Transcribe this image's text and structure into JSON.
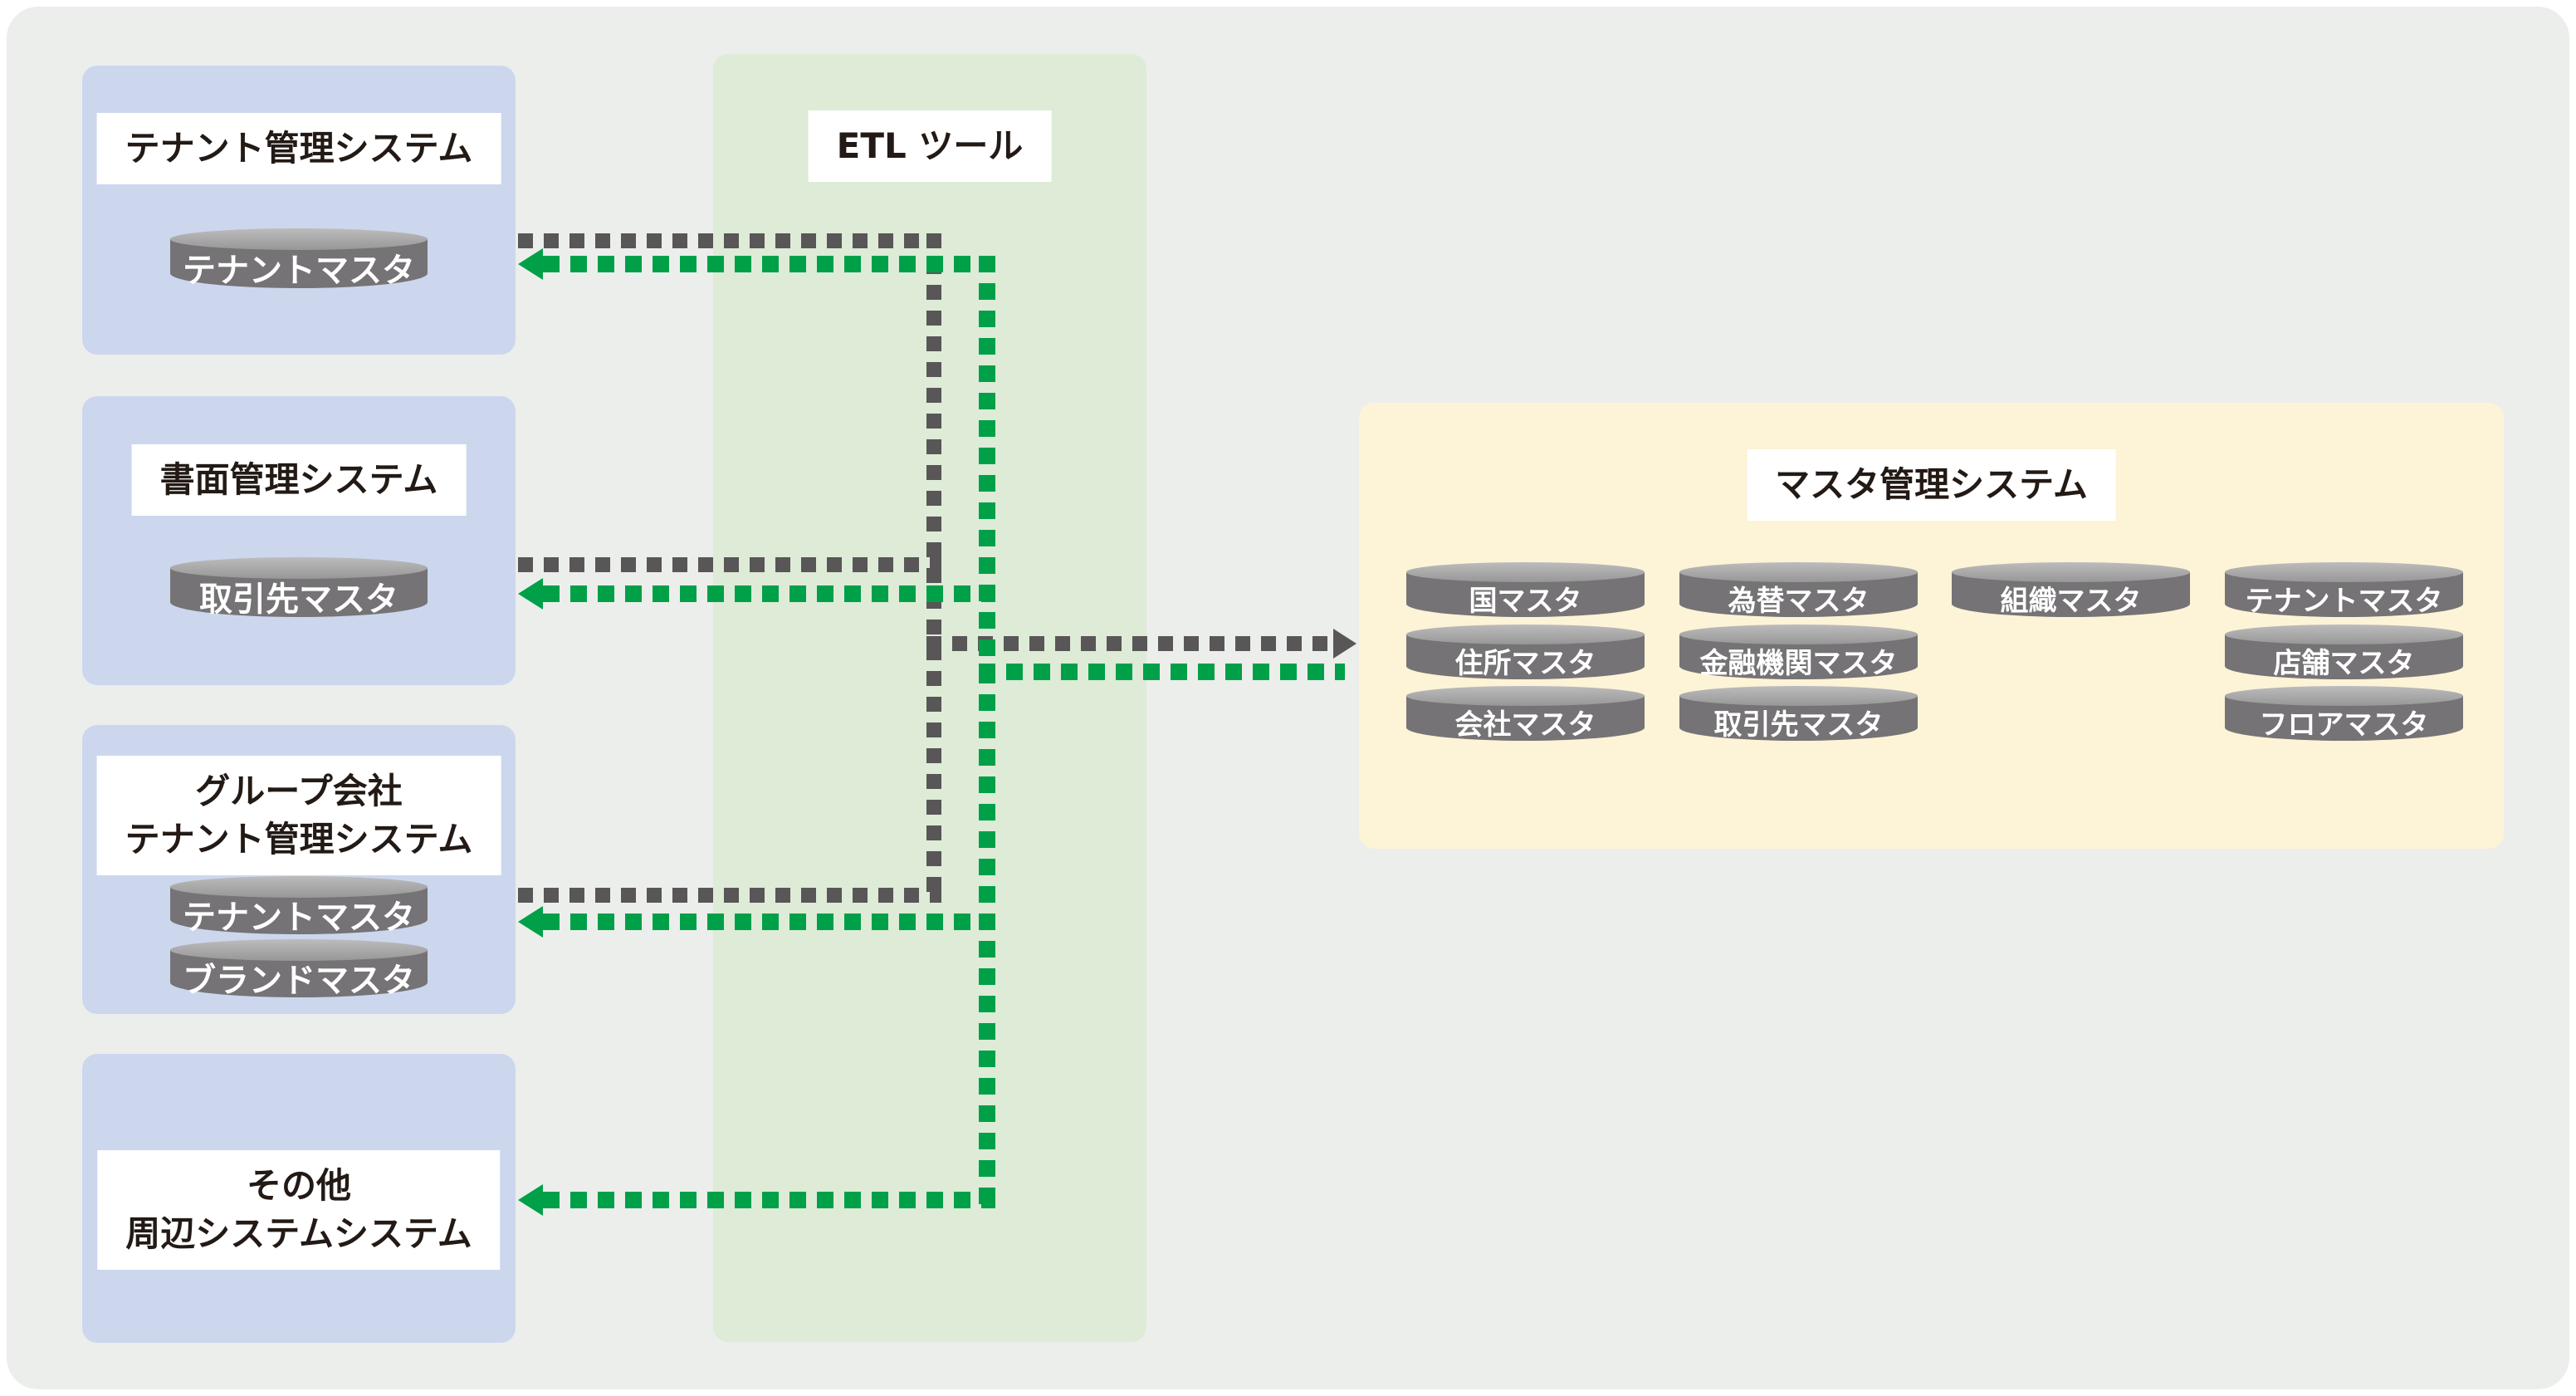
{
  "sources": [
    {
      "title_lines": [
        "テナント管理システム"
      ],
      "cylinders": [
        "テナントマスタ"
      ]
    },
    {
      "title_lines": [
        "書面管理システム"
      ],
      "cylinders": [
        "取引先マスタ"
      ]
    },
    {
      "title_lines": [
        "グループ会社",
        "テナント管理システム"
      ],
      "cylinders": [
        "テナントマスタ",
        "ブランドマスタ"
      ]
    },
    {
      "title_lines": [
        "その他",
        "周辺システムシステム"
      ],
      "cylinders": []
    }
  ],
  "etl": {
    "title": "ETL ツール"
  },
  "master": {
    "title": "マスタ管理システム",
    "columns": [
      [
        "国マスタ",
        "住所マスタ",
        "会社マスタ"
      ],
      [
        "為替マスタ",
        "金融機関マスタ",
        "取引先マスタ"
      ],
      [
        "組織マスタ"
      ],
      [
        "テナントマスタ",
        "店舗マスタ",
        "フロアマスタ"
      ]
    ]
  },
  "colors": {
    "canvas_bg": "#eceeec",
    "source_box": "#ccd7ee",
    "etl_box": "#ddebd7",
    "master_box": "#fdf3d7",
    "label_bg": "#ffffff",
    "text_dark": "#231a15",
    "cylinder_body": "#757375",
    "cylinder_top": "#a9a9a9",
    "cylinder_text": "#ffffff",
    "arrow_gray": "#595657",
    "arrow_green": "#00a049"
  }
}
